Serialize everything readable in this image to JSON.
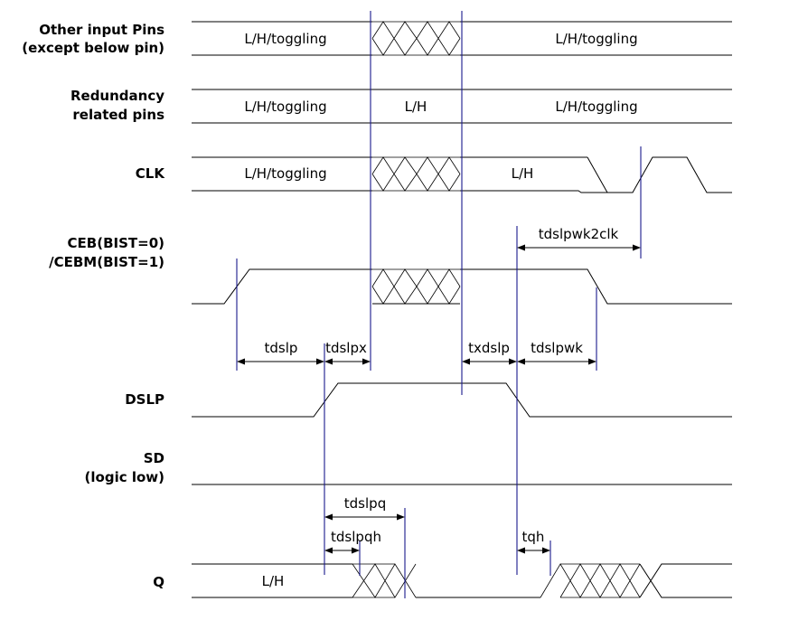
{
  "signals": [
    {
      "label_lines": [
        "Other input Pins",
        "(except below pin)"
      ],
      "segments": [
        "L/H/toggling",
        "L/H/toggling"
      ]
    },
    {
      "label_lines": [
        "Redundancy",
        "related pins"
      ],
      "segments": [
        "L/H/toggling",
        "L/H",
        "L/H/toggling"
      ]
    },
    {
      "label_lines": [
        "CLK"
      ],
      "segments": [
        "L/H/toggling",
        "L/H"
      ]
    },
    {
      "label_lines": [
        "CEB(BIST=0)",
        "/CEBM(BIST=1)"
      ],
      "segments": []
    },
    {
      "label_lines": [
        "DSLP"
      ],
      "segments": []
    },
    {
      "label_lines": [
        "SD",
        "(logic low)"
      ],
      "segments": []
    },
    {
      "label_lines": [
        "Q"
      ],
      "segments": [
        "L/H"
      ]
    }
  ],
  "timing_params": {
    "tdslpwk2clk": "tdslpwk2clk",
    "tdslp": "tdslp",
    "tdslpx": "tdslpx",
    "txdslp": "txdslp",
    "tdslpwk": "tdslpwk",
    "tdslpq": "tdslpq",
    "tdslpqh": "tdslpqh",
    "tqh": "tqh"
  },
  "colors": {
    "waveform": "#000000",
    "marker_line": "#1a1a8c"
  }
}
